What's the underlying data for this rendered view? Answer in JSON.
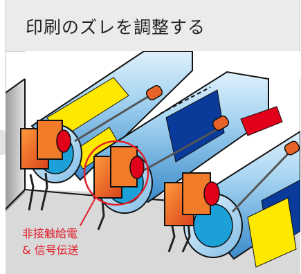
{
  "title": "印刷のズレを調整する",
  "callout": {
    "line1": "非接触給電",
    "line2": "& 信号伝送"
  },
  "colors": {
    "header_bg": "#ebebeb",
    "callout": "#e01e2a",
    "roller": "#6fb2e2",
    "bracket": "#ec6a1c",
    "cyan_band": "#1ca0d8",
    "blue_sheet": "#0a3a9a",
    "yellow_sheet": "#ffe800",
    "red_sheet": "#e0001a"
  },
  "icons": [
    "roller",
    "bracket-connector",
    "callout-circle"
  ]
}
